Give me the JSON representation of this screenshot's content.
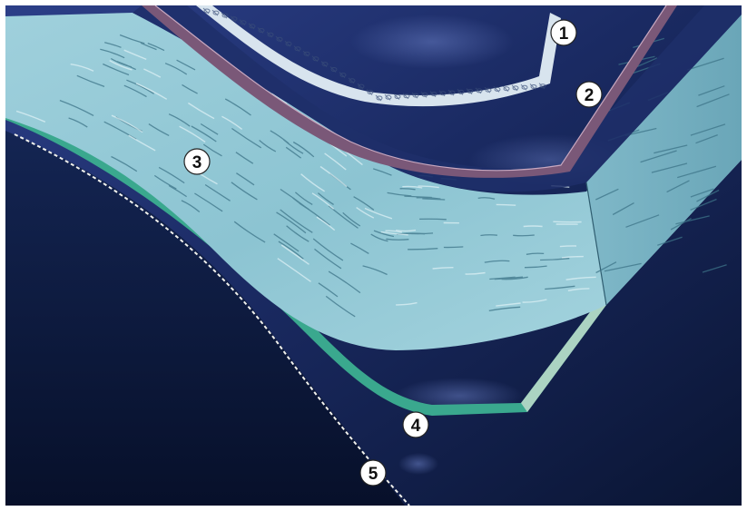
{
  "diagram": {
    "colors": {
      "background_dark": "#0b1836",
      "background_mid": "#1c2d66",
      "background_light": "#3b4e96",
      "layer_3_fibers": "#8cc4d2",
      "layer_3_highlight": "#c9e6ee",
      "layer_3_dark": "#4e8ea4",
      "layer_2_band": "#7a5878",
      "layer_1_cells": "#d8e4ee",
      "layer_4_band": "#3aa88e",
      "layer_5_line": "#f2f2ee",
      "callout_fill": "#ffffff"
    },
    "callouts": [
      {
        "id": "layer-1",
        "label": "1"
      },
      {
        "id": "layer-2",
        "label": "2"
      },
      {
        "id": "layer-3",
        "label": "3"
      },
      {
        "id": "layer-4",
        "label": "4"
      },
      {
        "id": "layer-5",
        "label": "5"
      }
    ]
  }
}
